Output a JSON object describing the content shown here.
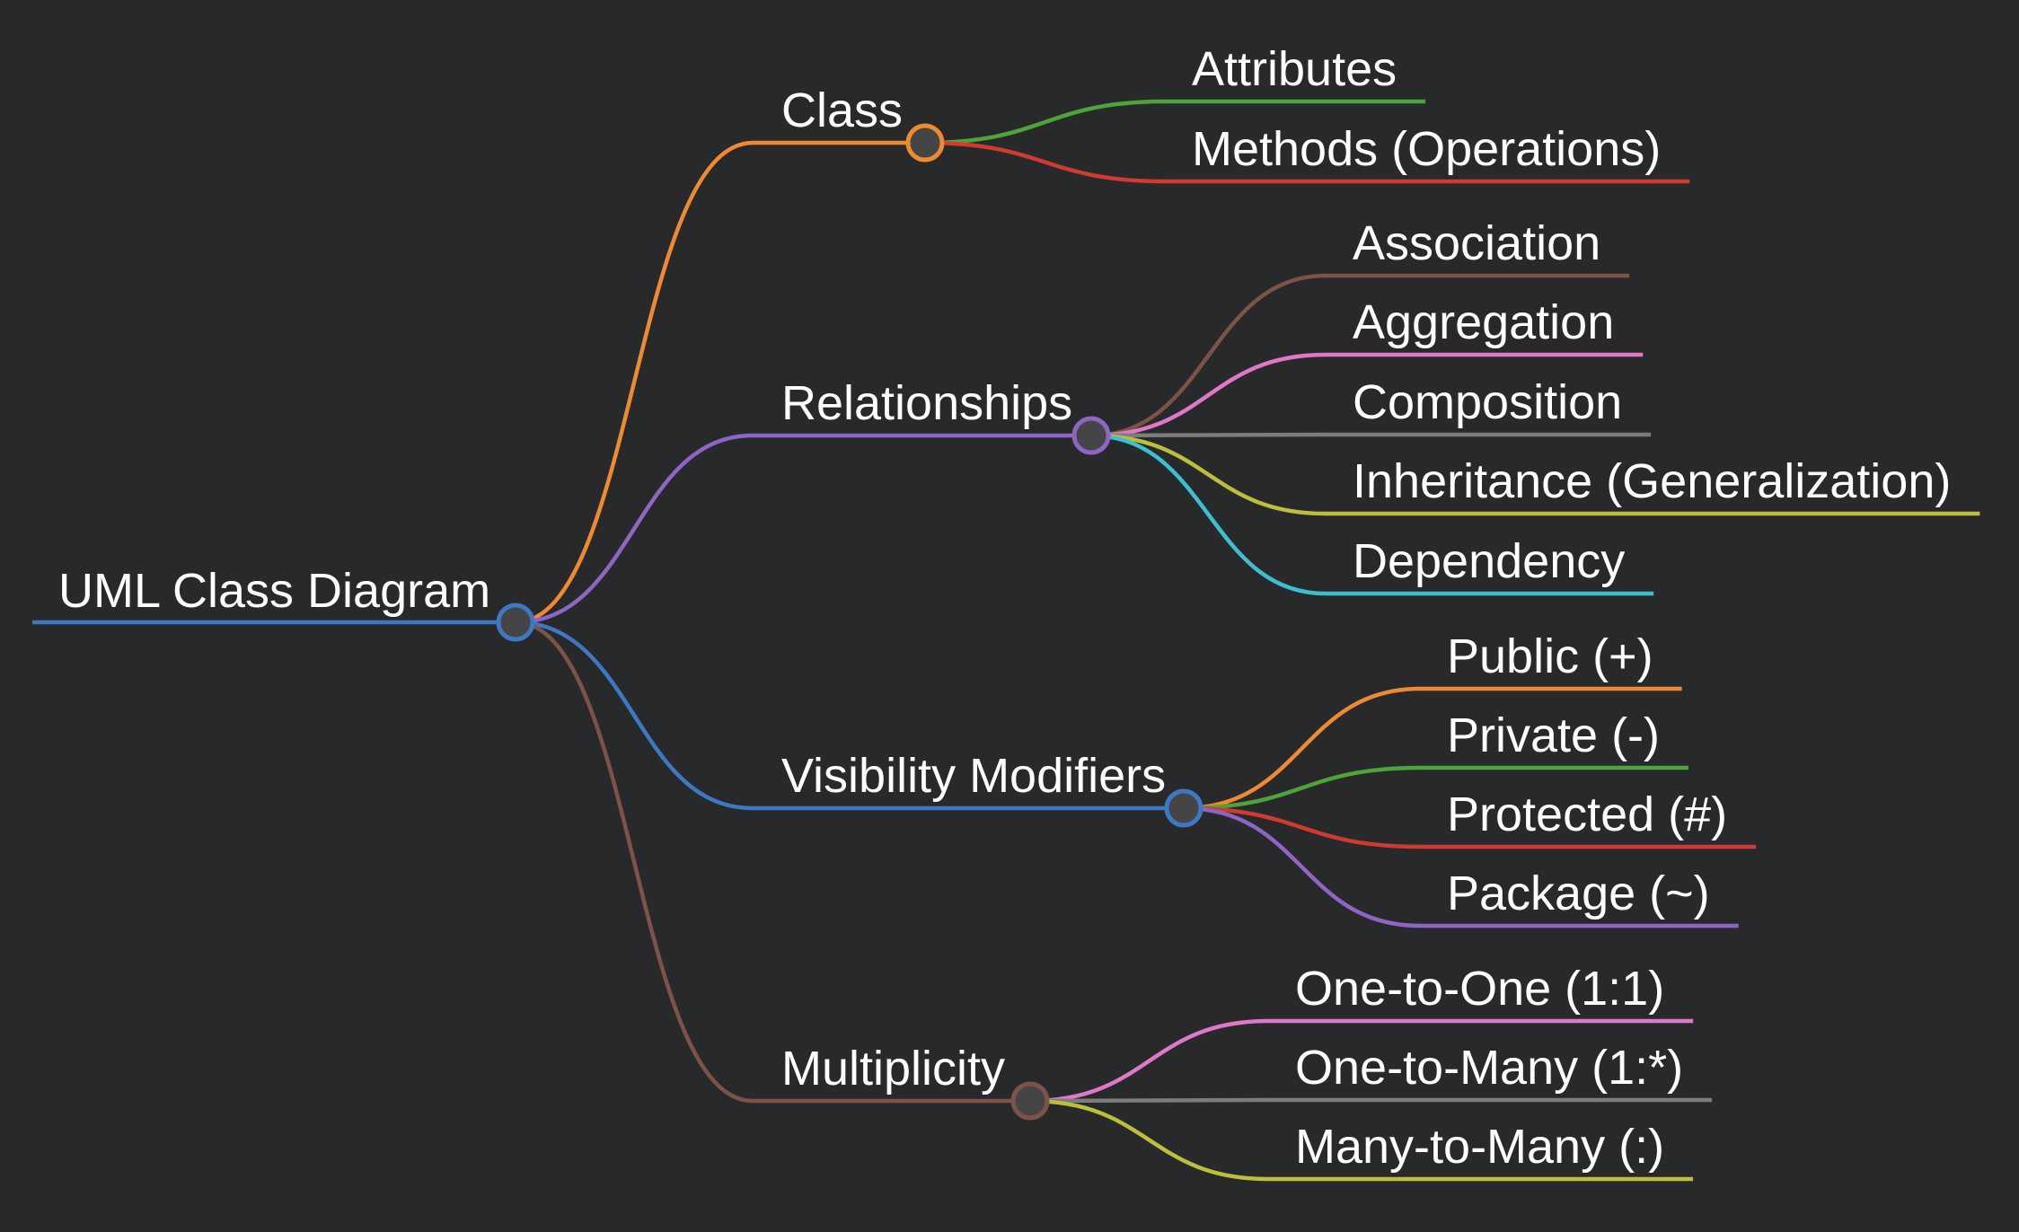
{
  "root": {
    "label": "UML Class Diagram",
    "color": "#3e78c2",
    "children": [
      {
        "label": "Class",
        "color": "#ee8a30",
        "children": [
          {
            "label": "Attributes",
            "color": "#4fa33d"
          },
          {
            "label": "Methods (Operations)",
            "color": "#d03a32"
          }
        ]
      },
      {
        "label": "Relationships",
        "color": "#8e65c4",
        "children": [
          {
            "label": "Association",
            "color": "#7d5348"
          },
          {
            "label": "Aggregation",
            "color": "#df78c9"
          },
          {
            "label": "Composition",
            "color": "#7c7c7c"
          },
          {
            "label": "Inheritance (Generalization)",
            "color": "#bdbf3a"
          },
          {
            "label": "Dependency",
            "color": "#3ebfd0"
          }
        ]
      },
      {
        "label": "Visibility Modifiers",
        "color": "#3e78c2",
        "children": [
          {
            "label": "Public (+)",
            "color": "#ee8a30"
          },
          {
            "label": "Private (-)",
            "color": "#4fa33d"
          },
          {
            "label": "Protected (#)",
            "color": "#d03a32"
          },
          {
            "label": "Package (~)",
            "color": "#8e65c4"
          }
        ]
      },
      {
        "label": "Multiplicity",
        "color": "#7d5348",
        "children": [
          {
            "label": "One-to-One (1:1)",
            "color": "#df78c9"
          },
          {
            "label": "One-to-Many (1:*)",
            "color": "#7c7c7c"
          },
          {
            "label": "Many-to-Many (:)",
            "color": "#bdbf3a"
          }
        ]
      }
    ]
  }
}
